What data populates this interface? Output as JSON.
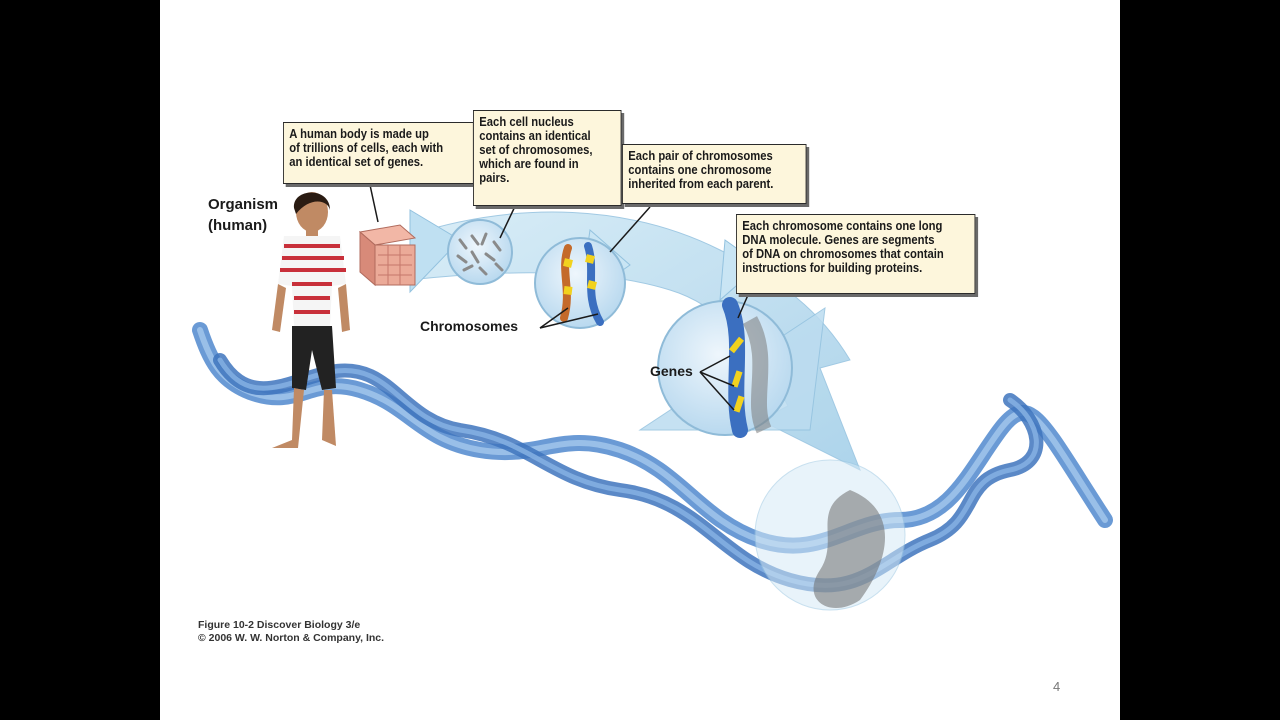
{
  "slide": {
    "page_number": "4",
    "colors": {
      "background": "#000000",
      "slide": "#ffffff",
      "dna": "#4f86c8",
      "callout_fill": "#fdf6dc",
      "gene_band": "#f2d21e"
    }
  },
  "labels": {
    "organism_line1": "Organism",
    "organism_line2": "(human)",
    "chromosomes": "Chromosomes",
    "genes": "Genes"
  },
  "callouts": [
    {
      "line1": "A human body is made up",
      "line2": "of trillions of cells, each with",
      "line3": "an identical set of genes."
    },
    {
      "line1": "Each cell nucleus",
      "line2": "contains  an identical",
      "line3": "set of chromosomes,",
      "line4": "which are found in",
      "line5": "pairs."
    },
    {
      "line1": "Each pair of chromosomes",
      "line2": "contains one chromosome",
      "line3": "inherited from each parent."
    },
    {
      "line1": "Each chromosome contains one long",
      "line2": "DNA molecule. Genes are segments",
      "line3": "of DNA on chromosomes that contain",
      "line4": "instructions for building proteins."
    }
  ],
  "caption": {
    "line1": "Figure 10-2  Discover Biology 3/e",
    "line2": "© 2006 W. W. Norton & Company, Inc."
  }
}
